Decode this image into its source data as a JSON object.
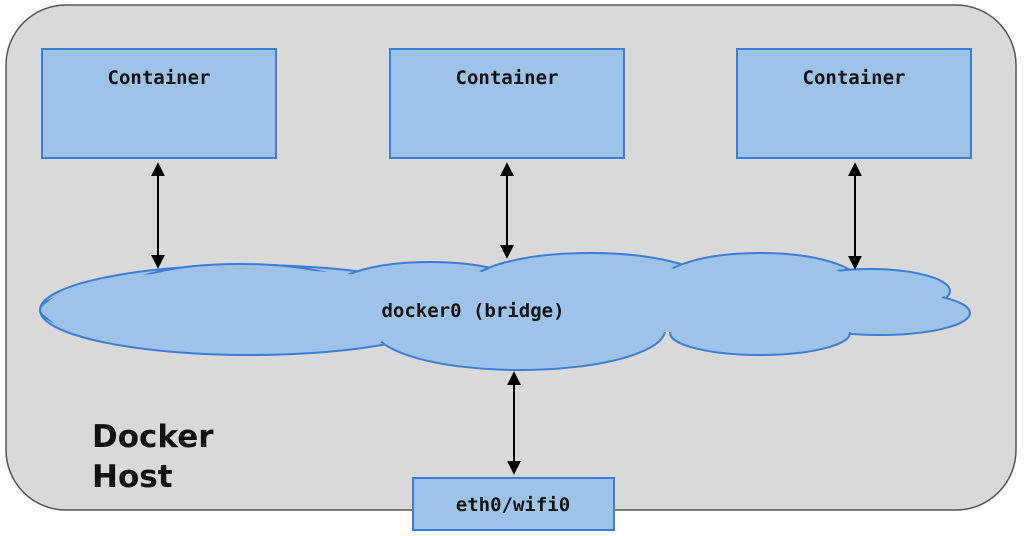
{
  "host": {
    "label_line1": "Docker",
    "label_line2": "Host"
  },
  "containers": [
    {
      "label": "Container"
    },
    {
      "label": "Container"
    },
    {
      "label": "Container"
    }
  ],
  "bridge": {
    "label": "docker0 (bridge)"
  },
  "interface": {
    "label": "eth0/wifi0"
  },
  "colors": {
    "host_fill": "#d9d9d9",
    "host_stroke": "#555555",
    "box_fill": "#9dc3ea",
    "box_stroke": "#3b7dd8",
    "arrow": "#000000",
    "text": "#111111"
  }
}
